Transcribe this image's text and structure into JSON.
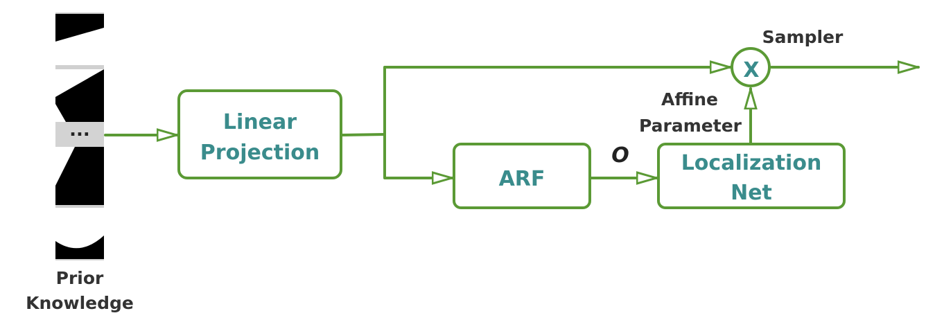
{
  "colors": {
    "line": "#5b9a35",
    "text_box": "#3a8c8c",
    "text_dark": "#333333",
    "strip_dark": "#000000",
    "strip_gap": "#d3d3d3"
  },
  "prior": {
    "ellipsis": "···",
    "label_line1": "Prior",
    "label_line2": "Knowledge"
  },
  "nodes": {
    "linear_line1": "Linear",
    "linear_line2": "Projection",
    "arf": "ARF",
    "loc_line1": "Localization",
    "loc_line2": "Net",
    "sampler_symbol": "X",
    "sampler_label": "Sampler"
  },
  "edges": {
    "o_label": "O",
    "affine_line1": "Affine",
    "affine_line2": "Parameter"
  }
}
